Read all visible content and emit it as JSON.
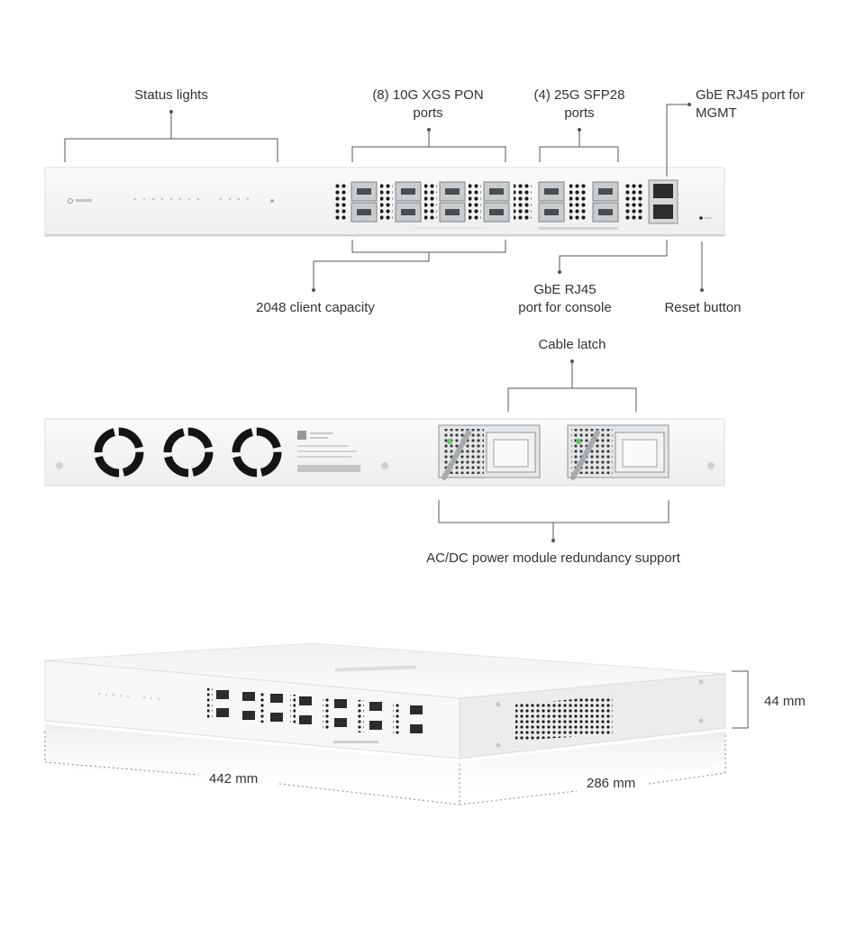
{
  "front_panel": {
    "status_lights": "Status lights",
    "xgs_pon_ports": [
      "(8) 10G XGS PON",
      "ports"
    ],
    "sfp28_ports": [
      "(4) 25G SFP28",
      "ports"
    ],
    "mgmt_port": [
      "GbE RJ45 port for",
      "MGMT"
    ],
    "client_capacity": "2048 client capacity",
    "console_port": [
      "GbE RJ45",
      "port for console"
    ],
    "reset_button": "Reset button"
  },
  "rear_panel": {
    "cable_latch": "Cable latch",
    "power_redundancy": "AC/DC power module redundancy support"
  },
  "dimensions": {
    "height": "44 mm",
    "width": "442 mm",
    "depth": "286 mm"
  }
}
